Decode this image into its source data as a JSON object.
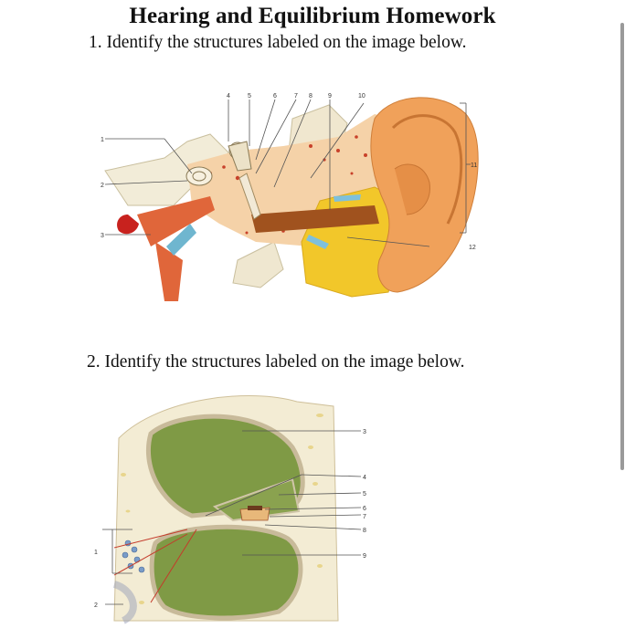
{
  "title": "Hearing and Equilibrium Homework",
  "questions": [
    {
      "text": "1. Identify the structures labeled on the image below."
    },
    {
      "text": "2. Identify the structures labeled on the image below."
    }
  ],
  "ear_figure": {
    "labels": [
      "1",
      "2",
      "3",
      "4",
      "5",
      "6",
      "7",
      "8",
      "9",
      "10",
      "11",
      "12"
    ]
  },
  "cochlea_figure": {
    "labels": [
      "1",
      "2",
      "3",
      "4",
      "5",
      "6",
      "7",
      "8",
      "9"
    ]
  }
}
